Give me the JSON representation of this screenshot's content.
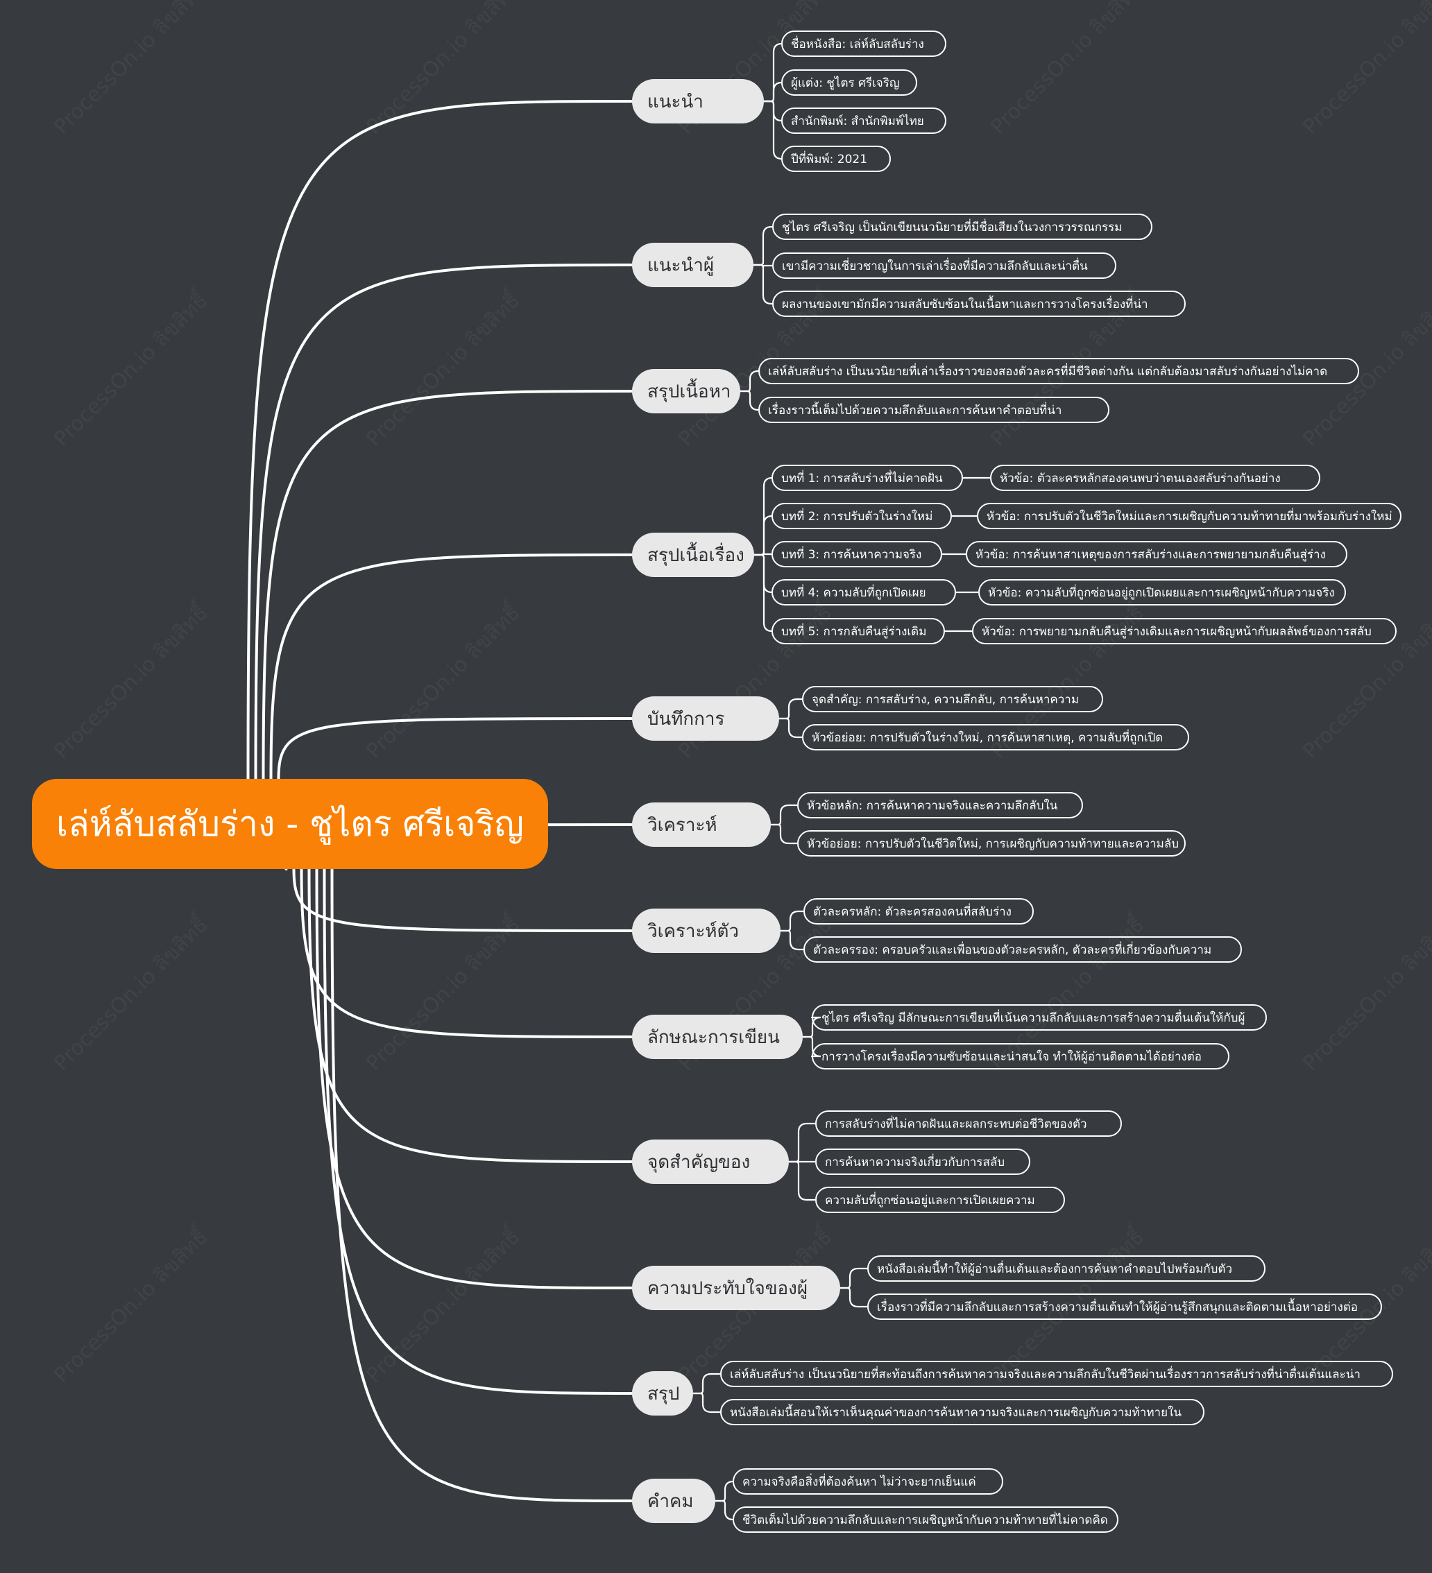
{
  "central": "เล่ห์ลับสลับร่าง - ชูไตร ศรีเจริญ",
  "watermark_text": "ProcessOn.io ลิขสิทธิ์",
  "colors": {
    "background": "#373a3e",
    "central": "#f98108",
    "branch": "#e8e8e8",
    "line": "#ffffff"
  },
  "branches": [
    {
      "label": "แนะนำ",
      "children": [
        {
          "label": "ชื่อหนังสือ: เล่ห์ลับสลับร่าง"
        },
        {
          "label": "ผู้แต่ง: ชูไตร ศรีเจริญ"
        },
        {
          "label": "สำนักพิมพ์: สำนักพิมพ์ไทย"
        },
        {
          "label": "ปีที่พิมพ์: 2021"
        }
      ]
    },
    {
      "label": "แนะนำผู้",
      "children": [
        {
          "label": "ชูไตร ศรีเจริญ เป็นนักเขียนนวนิยายที่มีชื่อเสียงในวงการวรรณกรรม"
        },
        {
          "label": "เขามีความเชี่ยวชาญในการเล่าเรื่องที่มีความลึกลับและน่าตื่น"
        },
        {
          "label": "ผลงานของเขามักมีความสลับซับซ้อนในเนื้อหาและการวางโครงเรื่องที่น่า"
        }
      ]
    },
    {
      "label": "สรุปเนื้อหา",
      "children": [
        {
          "label": "เล่ห์ลับสลับร่าง เป็นนวนิยายที่เล่าเรื่องราวของสองตัวละครที่มีชีวิตต่างกัน แต่กลับต้องมาสลับร่างกันอย่างไม่คาด"
        },
        {
          "label": "เรื่องราวนี้เต็มไปด้วยความลึกลับและการค้นหาคำตอบที่น่า"
        }
      ]
    },
    {
      "label": "สรุปเนื้อเรื่อง",
      "children": [
        {
          "label": "บทที่ 1: การสลับร่างที่ไม่คาดฝัน",
          "sub": "หัวข้อ: ตัวละครหลักสองคนพบว่าตนเองสลับร่างกันอย่าง"
        },
        {
          "label": "บทที่ 2: การปรับตัวในร่างใหม่",
          "sub": "หัวข้อ: การปรับตัวในชีวิตใหม่และการเผชิญกับความท้าทายที่มาพร้อมกับร่างใหม่"
        },
        {
          "label": "บทที่ 3: การค้นหาความจริง",
          "sub": "หัวข้อ: การค้นหาสาเหตุของการสลับร่างและการพยายามกลับคืนสู่ร่าง"
        },
        {
          "label": "บทที่ 4: ความลับที่ถูกเปิดเผย",
          "sub": "หัวข้อ: ความลับที่ถูกซ่อนอยู่ถูกเปิดเผยและการเผชิญหน้ากับความจริง"
        },
        {
          "label": "บทที่ 5: การกลับคืนสู่ร่างเดิม",
          "sub": "หัวข้อ: การพยายามกลับคืนสู่ร่างเดิมและการเผชิญหน้ากับผลลัพธ์ของการสลับ"
        }
      ]
    },
    {
      "label": "บันทึกการ",
      "children": [
        {
          "label": "จุดสำคัญ: การสลับร่าง, ความลึกลับ, การค้นหาความ"
        },
        {
          "label": "หัวข้อย่อย: การปรับตัวในร่างใหม่, การค้นหาสาเหตุ, ความลับที่ถูกเปิด"
        }
      ]
    },
    {
      "label": "วิเคราะห์",
      "children": [
        {
          "label": "หัวข้อหลัก: การค้นหาความจริงและความลึกลับใน"
        },
        {
          "label": "หัวข้อย่อย: การปรับตัวในชีวิตใหม่, การเผชิญกับความท้าทายและความลับ"
        }
      ]
    },
    {
      "label": "วิเคราะห์ตัว",
      "children": [
        {
          "label": "ตัวละครหลัก: ตัวละครสองคนที่สลับร่าง"
        },
        {
          "label": "ตัวละครรอง: ครอบครัวและเพื่อนของตัวละครหลัก, ตัวละครที่เกี่ยวข้องกับความ"
        }
      ]
    },
    {
      "label": "ลักษณะการเขียน",
      "children": [
        {
          "label": "ชูไตร ศรีเจริญ มีลักษณะการเขียนที่เน้นความลึกลับและการสร้างความตื่นเต้นให้กับผู้"
        },
        {
          "label": "การวางโครงเรื่องมีความซับซ้อนและน่าสนใจ ทำให้ผู้อ่านติดตามได้อย่างต่อ"
        }
      ]
    },
    {
      "label": "จุดสำคัญของ",
      "children": [
        {
          "label": "การสลับร่างที่ไม่คาดฝันและผลกระทบต่อชีวิตของตัว"
        },
        {
          "label": "การค้นหาความจริงเกี่ยวกับการสลับ"
        },
        {
          "label": "ความลับที่ถูกซ่อนอยู่และการเปิดเผยความ"
        }
      ]
    },
    {
      "label": "ความประทับใจของผู้",
      "children": [
        {
          "label": "หนังสือเล่มนี้ทำให้ผู้อ่านตื่นเต้นและต้องการค้นหาคำตอบไปพร้อมกับตัว"
        },
        {
          "label": "เรื่องราวที่มีความลึกลับและการสร้างความตื่นเต้นทำให้ผู้อ่านรู้สึกสนุกและติดตามเนื้อหาอย่างต่อ"
        }
      ]
    },
    {
      "label": "สรุป",
      "children": [
        {
          "label": "เล่ห์ลับสลับร่าง เป็นนวนิยายที่สะท้อนถึงการค้นหาความจริงและความลึกลับในชีวิตผ่านเรื่องราวการสลับร่างที่น่าตื่นเต้นและน่า"
        },
        {
          "label": "หนังสือเล่มนี้สอนให้เราเห็นคุณค่าของการค้นหาความจริงและการเผชิญกับความท้าทายใน"
        }
      ]
    },
    {
      "label": "คำคม",
      "children": [
        {
          "label": "ความจริงคือสิ่งที่ต้องค้นหา ไม่ว่าจะยากเย็นแค่"
        },
        {
          "label": "ชีวิตเต็มไปด้วยความลึกลับและการเผชิญหน้ากับความท้าทายที่ไม่คาดคิด"
        }
      ]
    }
  ]
}
